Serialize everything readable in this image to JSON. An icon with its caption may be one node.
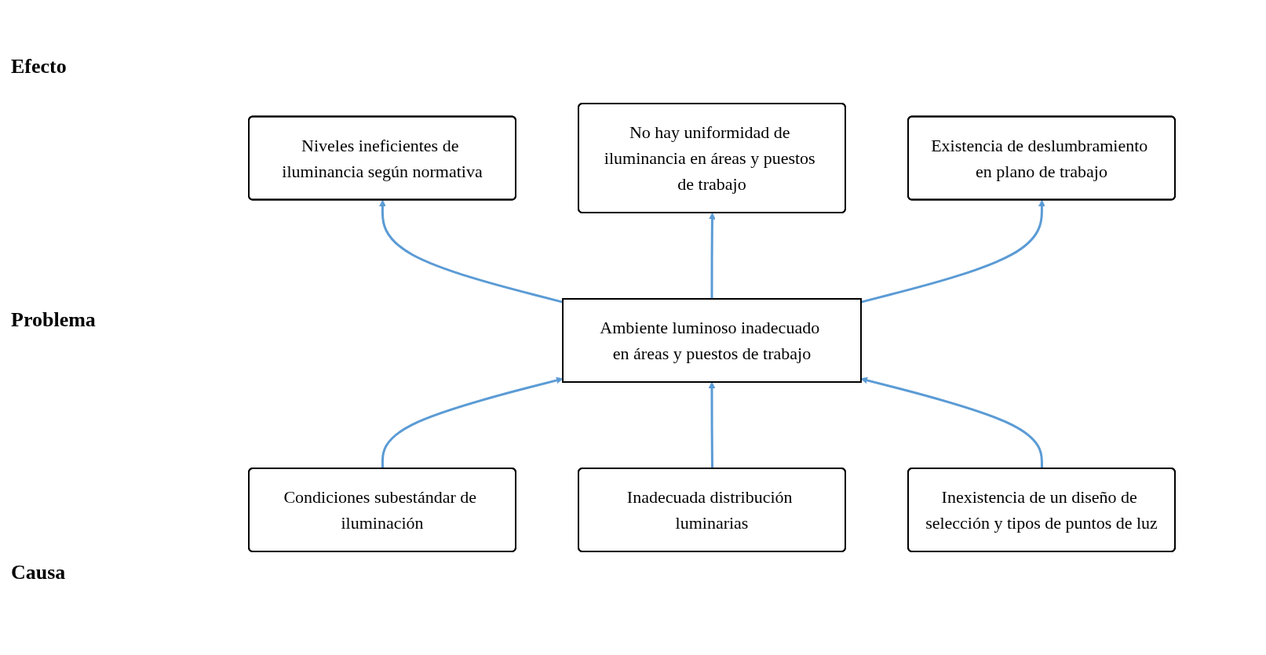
{
  "diagram": {
    "nodes": [
      {
        "text": [
          "Niveles ineficientes de iluminancia según normativa"
        ]
      },
      {
        "text": [
          "No hay uniformidad de iluminancia en áreas y puestos de trabajo"
        ]
      },
      {
        "text": [
          "Existencia de deslumbramiento en plano de trabajo"
        ]
      },
      {
        "text": [
          "Ambiente luminoso inadecuado en áreas y puestos de trabajo"
        ]
      },
      {
        "text": [
          "Condiciones subestándar de iluminación"
        ]
      },
      {
        "text": [
          "Inadecuada distribución luminarias"
        ]
      },
      {
        "text": [
          "Inexistencia de un diseño de selección y tipos de puntos de luz"
        ]
      }
    ],
    "edges": [
      {
        "from": 3,
        "to": 0,
        "arrow": "to"
      },
      {
        "from": 3,
        "to": 1,
        "arrow": "to"
      },
      {
        "from": 3,
        "to": 2,
        "arrow": "to"
      },
      {
        "from": 4,
        "to": 3,
        "arrow": "to"
      },
      {
        "from": 5,
        "to": 3,
        "arrow": "to"
      },
      {
        "from": 6,
        "to": 3,
        "arrow": "to"
      }
    ],
    "labels": [
      "Efecto",
      "Problema",
      "Causa"
    ]
  }
}
